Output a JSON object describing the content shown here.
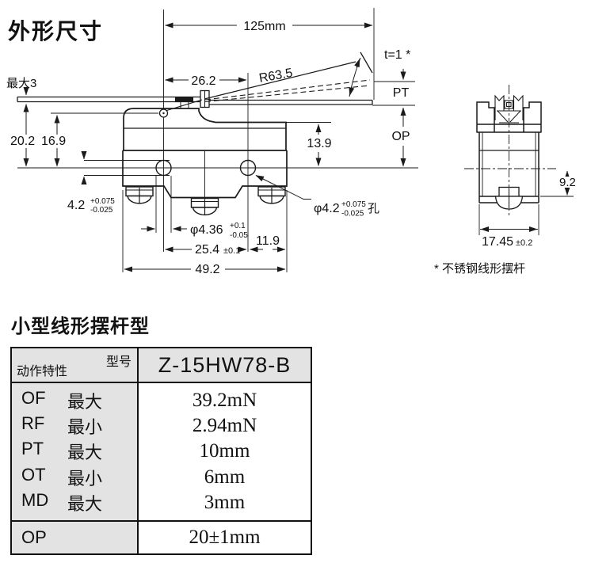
{
  "colors": {
    "line": "#1a1a1a",
    "table_gray_bg": "#e3e3e3",
    "paper_bg": "#ffffff"
  },
  "titles": {
    "page_title": "外形尺寸",
    "section_heading": "小型线形摆杆型",
    "footnote": "* 不锈钢线形摆杆"
  },
  "front_view": {
    "lever_length": "125mm",
    "pivot_offset": "26.2",
    "lever_radius": "R63.5",
    "lever_thickness": "t=1 *",
    "max_protrusion": "最大3",
    "height_20_2": "20.2",
    "height_16_9": "16.9",
    "height_13_9": "13.9",
    "pretravel_label": "PT",
    "op_label": "OP",
    "slot_height": {
      "value": "4.2",
      "tol_plus": "+0.075",
      "tol_minus": "-0.025"
    },
    "screw_hole_dia": {
      "value": "φ4.36",
      "tol_plus": "+0.1",
      "tol_minus": "-0.05"
    },
    "edge_offset": "11.9",
    "hole_pitch": {
      "value": "25.4",
      "tol": "±0.1"
    },
    "body_width": "49.2",
    "mount_hole": {
      "value": "φ4.2",
      "tol_plus": "+0.075",
      "tol_minus": "-0.025",
      "suffix": "孔"
    }
  },
  "side_view": {
    "height_9_2": "9.2",
    "body_depth": {
      "value": "17.45",
      "tol": "±0.2"
    }
  },
  "table": {
    "header": {
      "model_label": "型号",
      "characteristic_label": "动作特性",
      "model": "Z-15HW78-B"
    },
    "rows": [
      {
        "code": "OF",
        "qualifier": "最大",
        "value": "39.2mN"
      },
      {
        "code": "RF",
        "qualifier": "最小",
        "value": "2.94mN"
      },
      {
        "code": "PT",
        "qualifier": "最大",
        "value": "10mm"
      },
      {
        "code": "OT",
        "qualifier": "最小",
        "value": "6mm"
      },
      {
        "code": "MD",
        "qualifier": "最大",
        "value": "3mm"
      }
    ],
    "op_row": {
      "code": "OP",
      "value": "20±1mm"
    }
  }
}
